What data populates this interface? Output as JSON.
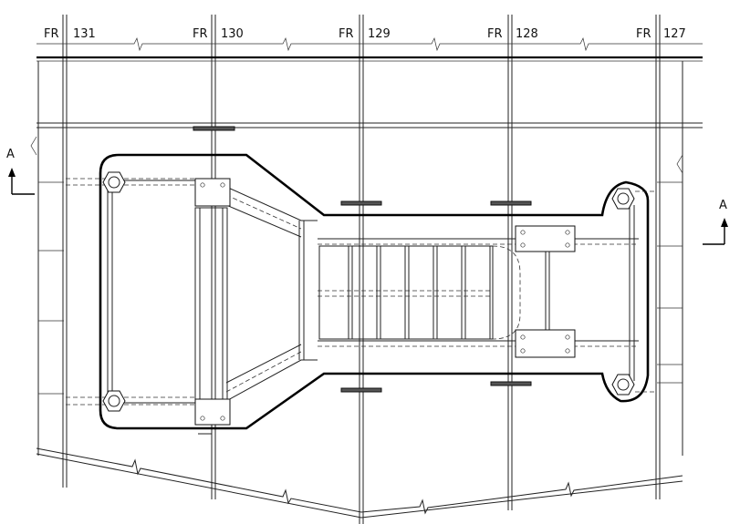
{
  "frames": [
    {
      "id": "fr131",
      "label_prefix": "FR",
      "number": "131"
    },
    {
      "id": "fr130",
      "label_prefix": "FR",
      "number": "130"
    },
    {
      "id": "fr129",
      "label_prefix": "FR",
      "number": "129"
    },
    {
      "id": "fr128",
      "label_prefix": "FR",
      "number": "128"
    },
    {
      "id": "fr127",
      "label_prefix": "FR",
      "number": "127"
    }
  ],
  "section_markers": [
    {
      "id": "left",
      "letter": "A"
    },
    {
      "id": "right",
      "letter": "A"
    }
  ]
}
